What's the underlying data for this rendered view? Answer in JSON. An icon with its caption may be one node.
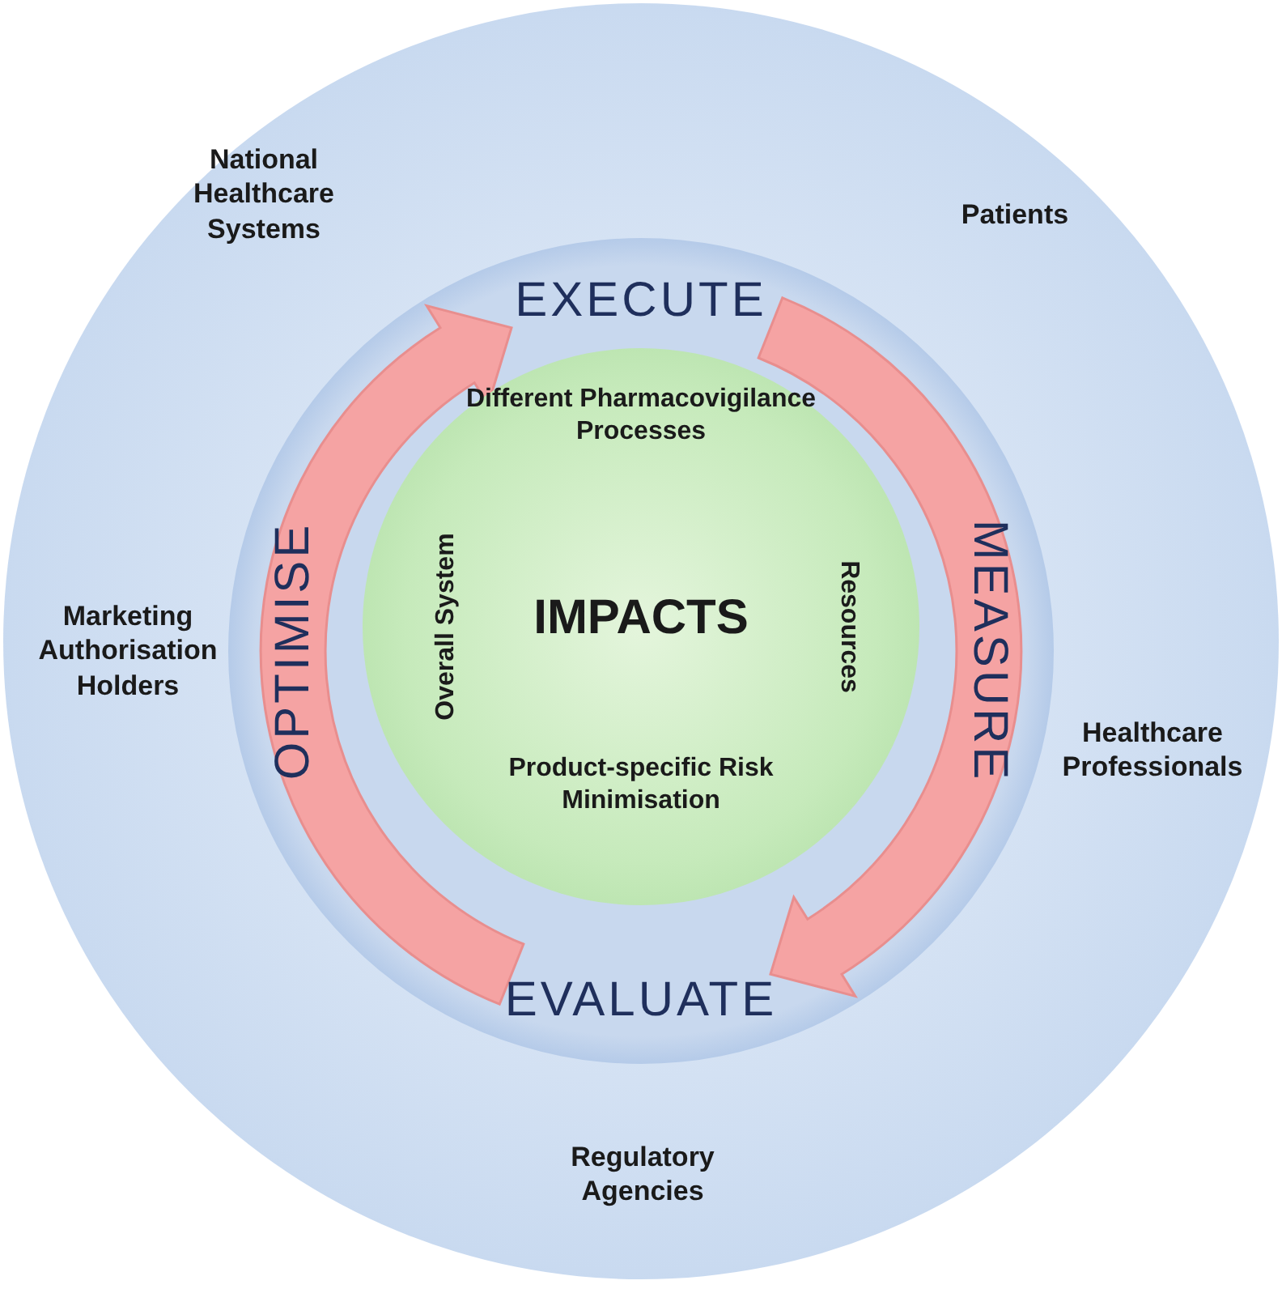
{
  "diagram": {
    "nodes": [
      {
        "text": [
          "National Healthcare Systems",
          "Patients",
          "Marketing Authorisation Holders",
          "Healthcare Professionals",
          "Regulatory Agencies"
        ]
      },
      {
        "text": [],
        "shape": "circle",
        "in": 0
      },
      {
        "text": [
          "EXECUTE"
        ],
        "in": 1
      },
      {
        "text": [
          "EVALUATE"
        ],
        "in": 1
      },
      {
        "text": [
          "Different Pharmacovigilance Processes",
          "Overall System",
          "IMPACTS",
          "Resources",
          "Product-specific Risk Minimisation"
        ],
        "in": 1
      }
    ],
    "edges": [
      {
        "from": 2,
        "to": 3,
        "arrow": "to",
        "label": "MEASURE"
      },
      {
        "from": 3,
        "to": 2,
        "arrow": "to",
        "label": "OPTIMISE"
      }
    ]
  }
}
